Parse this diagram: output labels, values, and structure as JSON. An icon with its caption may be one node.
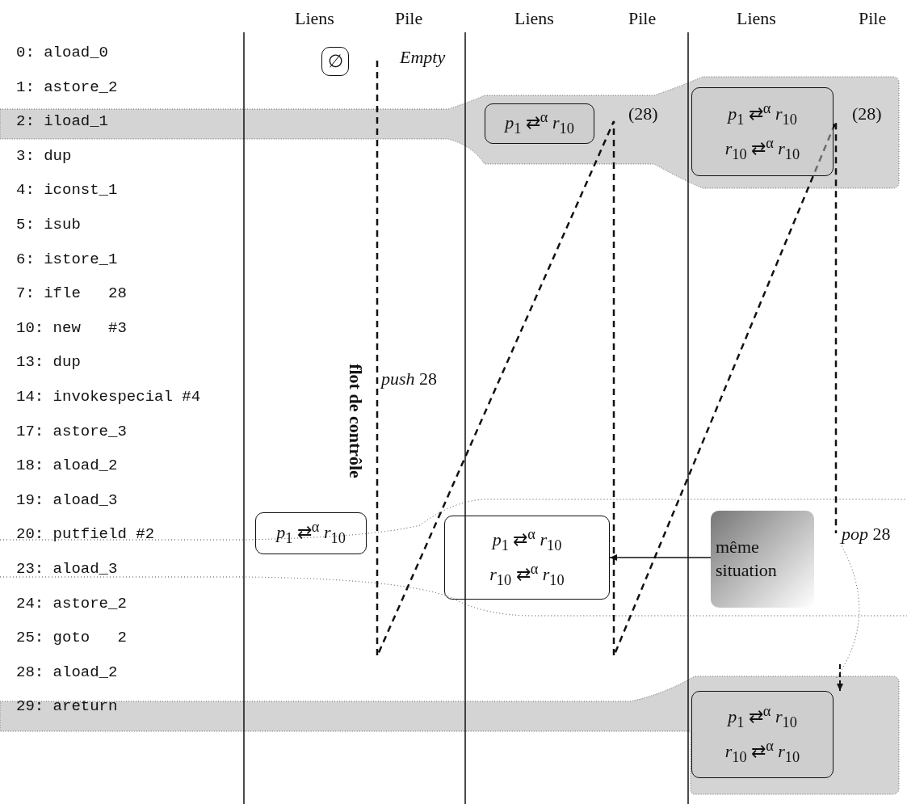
{
  "diagram": {
    "nodes": [
      {
        "text": [
          "∅"
        ]
      },
      {
        "text": [
          "*p*$_{1}$ ⇄$^{α}$ *r*$_{10}$"
        ]
      },
      {
        "text": [
          "*p*$_{1}$ ⇄$^{α}$ *r*$_{10}$"
        ]
      },
      {
        "text": [
          "*p*$_{1}$ ⇄$^{α}$ *r*$_{10}$",
          "*r*$_{10}$ ⇄$^{α}$ *r*$_{10}$"
        ]
      },
      {
        "text": [
          "*p*$_{1}$ ⇄$^{α}$ *r*$_{10}$",
          "*r*$_{10}$ ⇄$^{α}$ *r*$_{10}$"
        ]
      },
      {
        "text": [
          "même situation"
        ]
      },
      {
        "text": [
          "*p*$_{1}$ ⇄$^{α}$ *r*$_{10}$",
          "*r*$_{10}$ ⇄$^{α}$ *r*$_{10}$"
        ]
      }
    ],
    "edges": [
      {
        "from": 5,
        "to": 3,
        "arrow": "to"
      },
      {
        "from": null,
        "to": 6,
        "arrow": "to",
        "style": "dashed"
      }
    ],
    "labels": [
      "Liens",
      "Pile",
      "Liens",
      "Pile",
      "Liens",
      "Pile",
      "0: aload_0",
      "1: astore_2",
      "2: iload_1",
      "3: dup",
      "4: iconst_1",
      "5: isub",
      "6: istore_1",
      "7: ifle   28",
      "10: new   #3",
      "13: dup",
      "14: invokespecial #4",
      "17: astore_3",
      "18: aload_2",
      "19: aload_3",
      "20: putfield #2",
      "23: aload_3",
      "24: astore_2",
      "25: goto   2",
      "28: aload_2",
      "29: areturn",
      "Empty",
      "flot de contrôle",
      "push 28",
      "(28)",
      "(28)",
      "pop 28"
    ]
  }
}
